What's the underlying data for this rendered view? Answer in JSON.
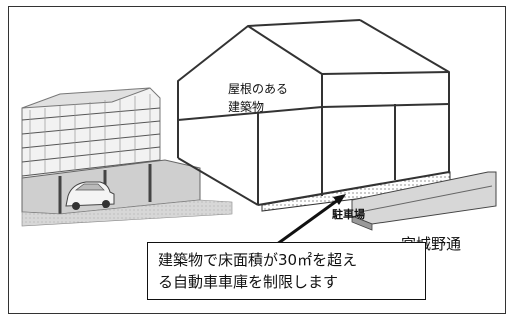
{
  "labels": {
    "roofed_building_line1": "屋根のある",
    "roofed_building_line2": "建築物",
    "parking": "駐車場",
    "road": "宮城野通"
  },
  "callout": {
    "line1": "建築物で床面積が30㎡を超え",
    "line2": "る自動車車庫を制限します"
  },
  "colors": {
    "outline": "#333333",
    "building_fill": "#ffffff",
    "road_fill": "#d9d9d9",
    "parking_dots": "#444444"
  }
}
